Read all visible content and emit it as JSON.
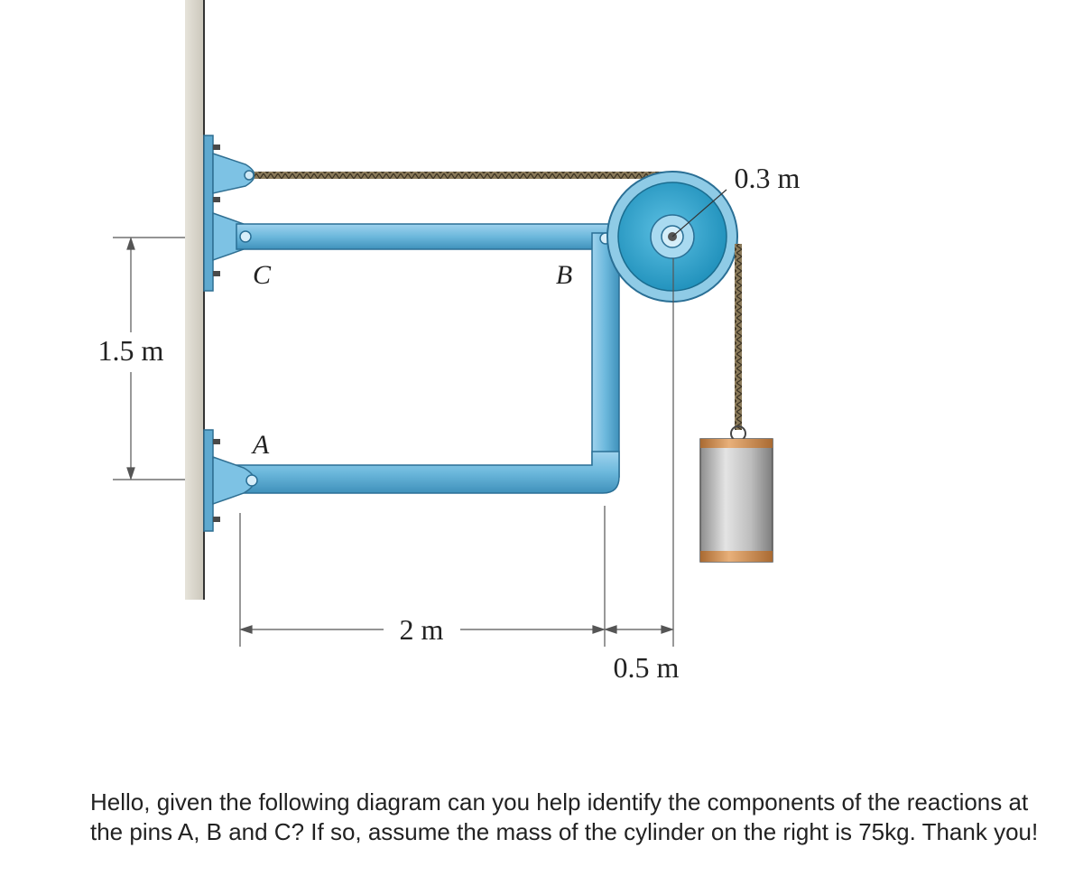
{
  "figure": {
    "labels": {
      "pin_c": "C",
      "pin_b": "B",
      "pin_a": "A"
    },
    "dimensions": {
      "height": "1.5 m",
      "horizontal_length": "2 m",
      "pulley_offset": "0.5 m",
      "pulley_radius": "0.3 m"
    },
    "colors": {
      "member": "#6cb8dc",
      "member_dark": "#2f7fa8",
      "pulley_outer": "#8fcbe6",
      "pulley_groove": "#2aa3cc",
      "wall": "#d9d6cc",
      "cylinder": "#c8c8c8",
      "cylinder_band": "#d4955a"
    }
  },
  "question": {
    "text": "Hello, given the following diagram can you help identify the components of the reactions at the pins A, B and C? If so, assume the mass of the cylinder on the right is 75kg. Thank you!"
  }
}
